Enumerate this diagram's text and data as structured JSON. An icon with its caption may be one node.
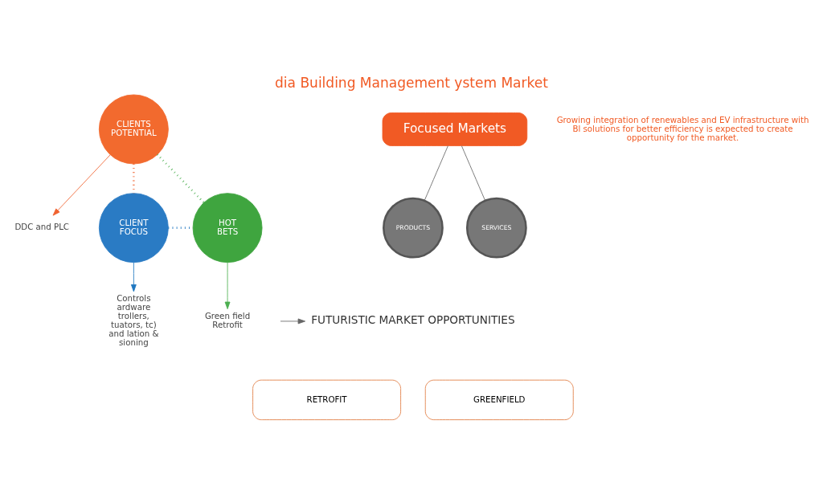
{
  "diagram": {
    "title": "dia Building Management ystem Market",
    "nodes": [
      {
        "text": [
          "CLIENTS POTENTIAL"
        ]
      },
      {
        "text": [
          "DDC and PLC"
        ]
      },
      {
        "text": [
          "HOT BETS"
        ]
      },
      {
        "text": [
          "Green field Retrofit"
        ]
      },
      {
        "text": [
          "CLIENT FOCUS"
        ]
      },
      {
        "text": [
          "Controls ardware trollers, tuators, tc) and lation & sioning"
        ]
      },
      {
        "text": [
          "Focused Markets"
        ]
      },
      {
        "text": [
          "PRODUCTS"
        ]
      },
      {
        "text": [
          "SERVICES"
        ]
      },
      {
        "text": [
          "FUTURISTIC MARKET OPPORTUNITIES"
        ]
      },
      {
        "text": [
          "RETROFIT"
        ]
      },
      {
        "text": [
          "GREENFIELD"
        ]
      }
    ],
    "edges": [
      {
        "from": 0,
        "to": 1,
        "arrow": "to",
        "color": "#f0622f"
      },
      {
        "from": 0,
        "to": 4,
        "arrow": "none",
        "style": "dashed",
        "color": "#f0622f"
      },
      {
        "from": 0,
        "to": 2,
        "arrow": "none",
        "style": "dashed",
        "color": "#4caf50"
      },
      {
        "from": 4,
        "to": 2,
        "arrow": "none",
        "style": "dashed",
        "color": "#1f77c0"
      },
      {
        "from": 2,
        "to": 3,
        "arrow": "to",
        "color": "#4caf50"
      },
      {
        "from": 4,
        "to": 5,
        "arrow": "to",
        "color": "#1f77c0"
      },
      {
        "from": 6,
        "to": 7,
        "arrow": "none"
      },
      {
        "from": 6,
        "to": 8,
        "arrow": "none"
      },
      {
        "from": null,
        "to": 9,
        "arrow": "to"
      }
    ],
    "labels": [
      "Growing integration of renewables and EV infrastructure with Bl solutions for better efficiency is expected to create opportunity for the market."
    ]
  }
}
